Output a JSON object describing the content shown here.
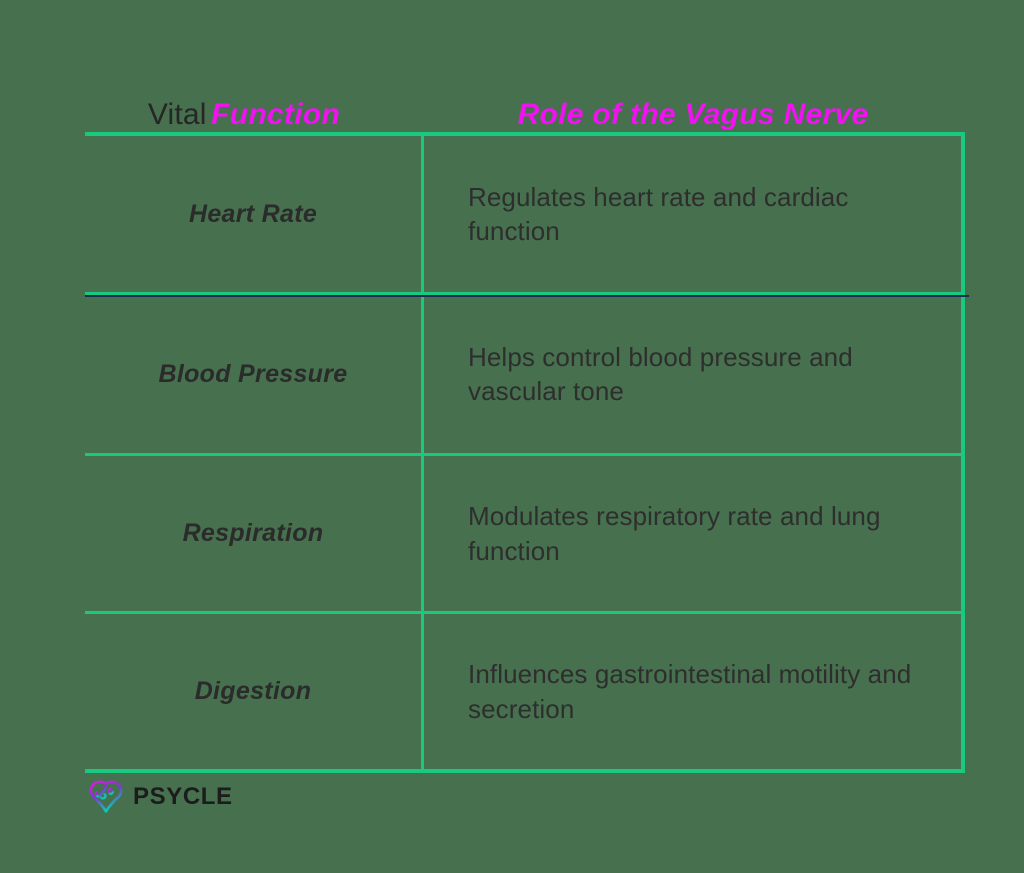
{
  "table": {
    "headers": {
      "left_plain": "Vital",
      "left_accent": "Function",
      "right": "Role of the Vagus Nerve"
    },
    "rows": [
      {
        "function": "Heart Rate",
        "role": "Regulates heart rate and cardiac function"
      },
      {
        "function": "Blood Pressure",
        "role": "Helps control blood pressure and vascular tone"
      },
      {
        "function": "Respiration",
        "role": "Modulates respiratory rate and lung function"
      },
      {
        "function": "Digestion",
        "role": "Influences gastrointestinal motility and secretion"
      }
    ]
  },
  "branding": {
    "wordmark": "PSYCLE",
    "icon": "brain-icon"
  },
  "colors": {
    "background": "#46704e",
    "accent_green": "#17ca80",
    "accent_magenta": "#f012f0",
    "text_dark": "#2b2b2b",
    "rule_navy": "#1d2d50",
    "logo_gradient_start": "#d81fd8",
    "logo_gradient_end": "#0fc7b0"
  }
}
